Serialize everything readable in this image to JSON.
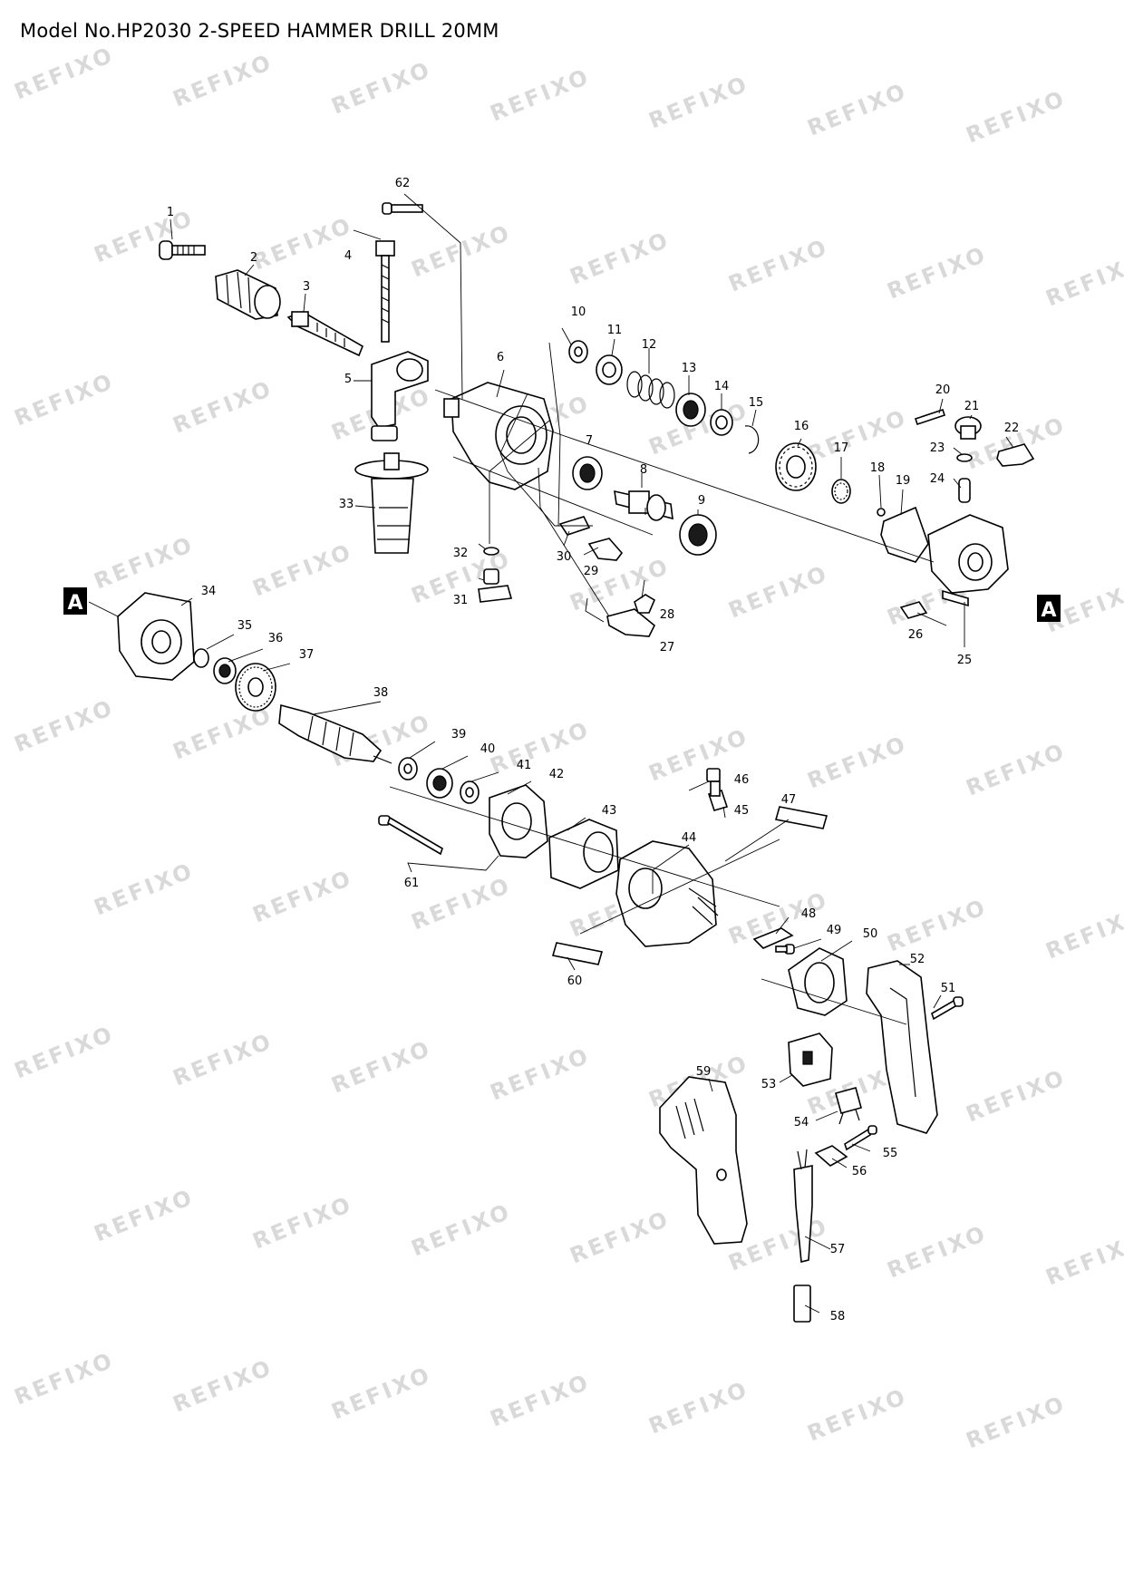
{
  "title": "Model No.HP2030 2-SPEED HAMMER DRILL 20MM",
  "watermark": "REFIXO",
  "reference_marker": "A",
  "part_numbers": [
    "1",
    "2",
    "3",
    "4",
    "5",
    "6",
    "7",
    "8",
    "9",
    "10",
    "11",
    "12",
    "13",
    "14",
    "15",
    "16",
    "17",
    "18",
    "19",
    "20",
    "21",
    "22",
    "23",
    "24",
    "25",
    "26",
    "27",
    "28",
    "29",
    "30",
    "31",
    "32",
    "33",
    "34",
    "35",
    "36",
    "37",
    "38",
    "39",
    "40",
    "41",
    "42",
    "43",
    "44",
    "45",
    "46",
    "47",
    "48",
    "49",
    "50",
    "51",
    "52",
    "53",
    "54",
    "55",
    "56",
    "57",
    "58",
    "59",
    "60",
    "61",
    "62"
  ],
  "colors": {
    "line": "#000000",
    "background": "#ffffff",
    "watermark": "#d9d9d9"
  }
}
